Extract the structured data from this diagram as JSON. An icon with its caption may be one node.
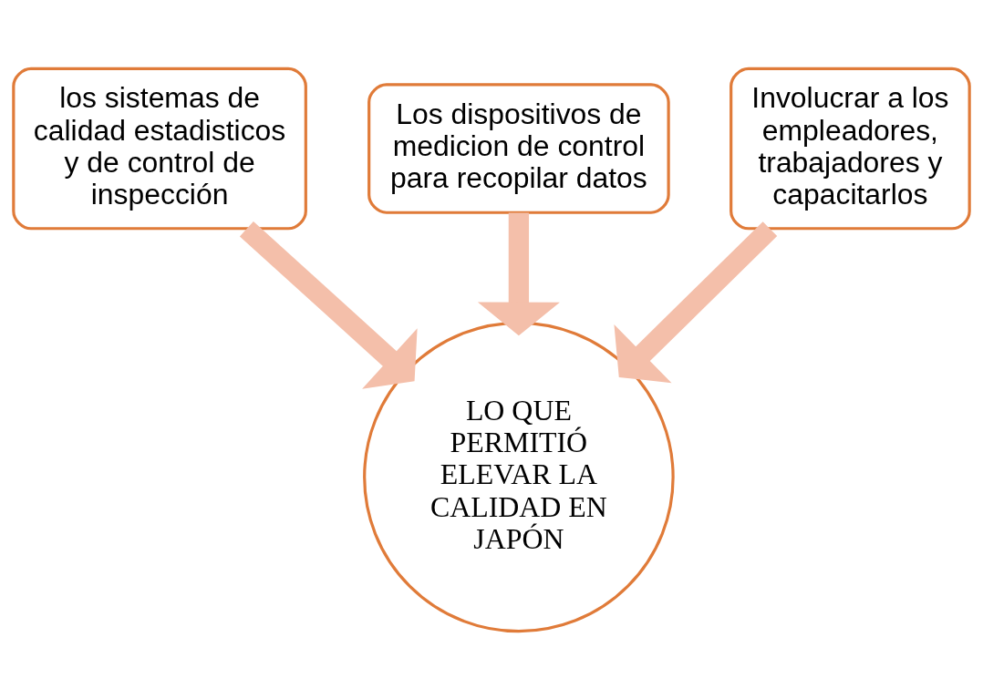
{
  "diagram": {
    "nodes": [
      {
        "text": [
          "los sistemas de calidad estadisticos y de control de inspección"
        ]
      },
      {
        "text": [
          "Los dispositivos de medicion de control para recopilar datos"
        ]
      },
      {
        "text": [
          "Involucrar a los empleadores, trabajadores y capacitarlos"
        ]
      },
      {
        "text": [
          "LO QUE PERMITIÓ ELEVAR LA CALIDAD EN JAPÓN"
        ]
      }
    ],
    "edges": [
      {
        "from": 0,
        "to": 3,
        "arrow": "to"
      },
      {
        "from": 1,
        "to": 3,
        "arrow": "to"
      },
      {
        "from": 2,
        "to": 3,
        "arrow": "to"
      }
    ]
  }
}
